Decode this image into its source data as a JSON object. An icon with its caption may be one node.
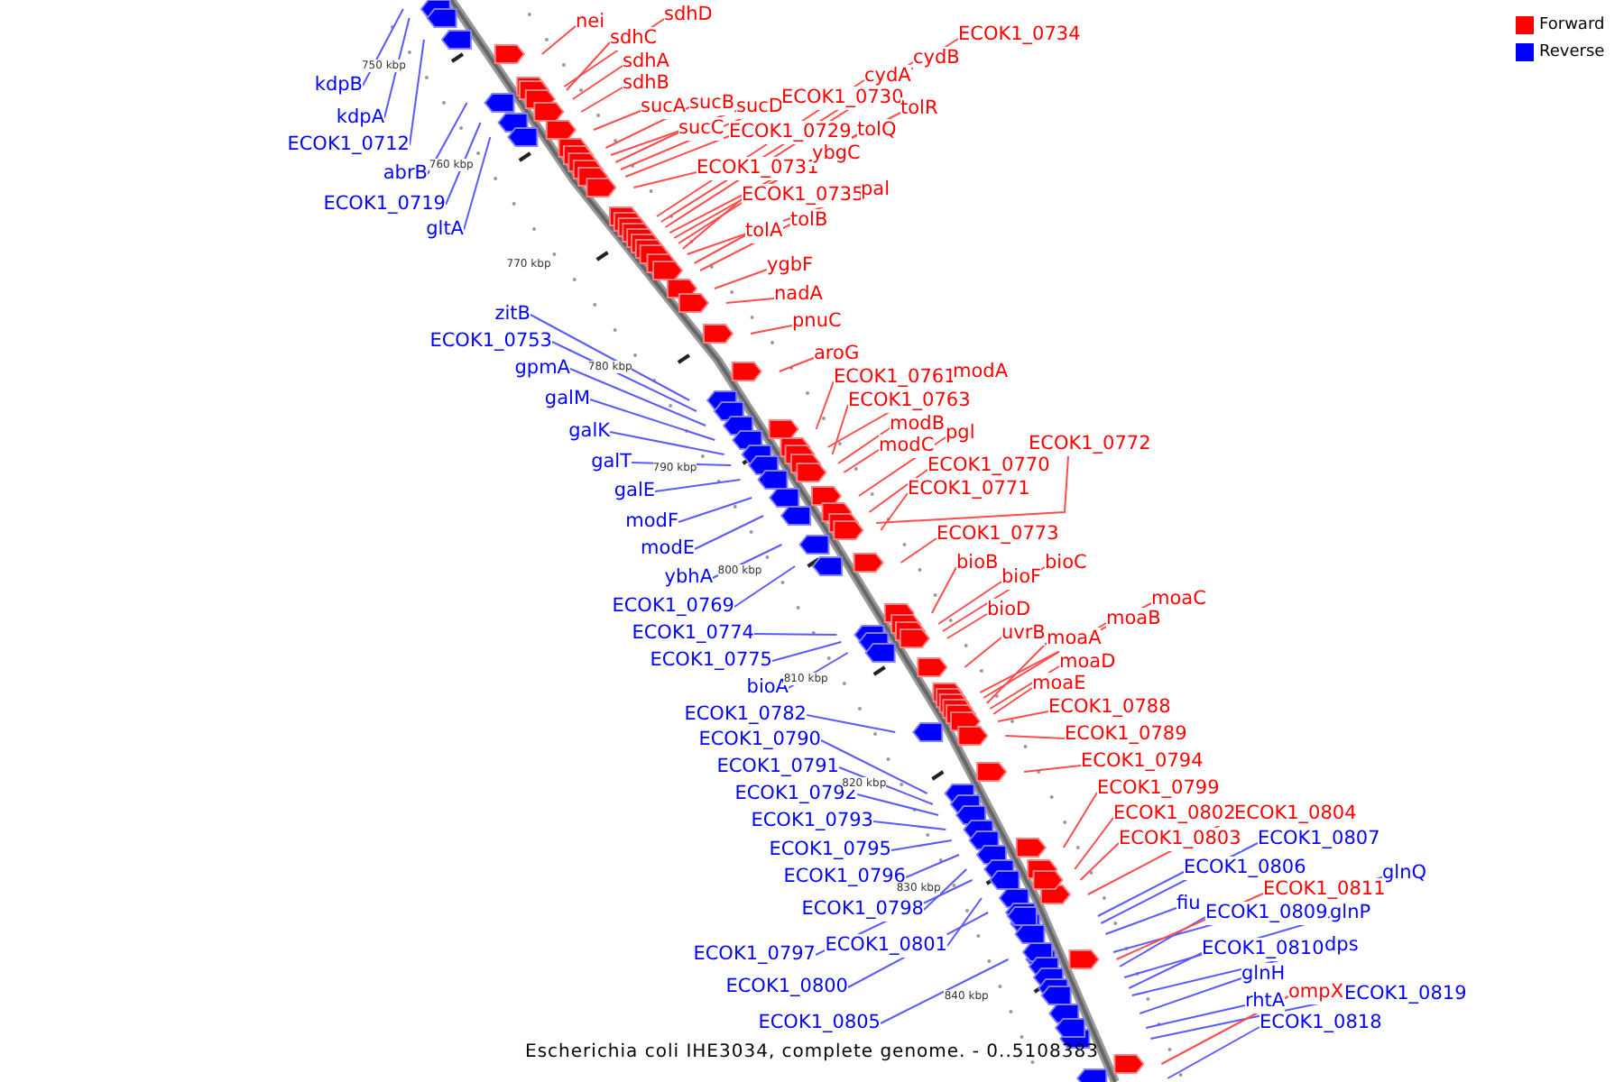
{
  "diagram": {
    "caption": "Escherichia coli IHE3034, complete genome. - 0..5108383",
    "nodes": [
      {
        "text": [
          "kdpB"
        ]
      },
      {
        "text": [
          "kdpA"
        ]
      },
      {
        "text": [
          "ECOK1_0712"
        ]
      },
      {
        "text": [
          "abrB"
        ]
      },
      {
        "text": [
          "ECOK1_0719"
        ]
      },
      {
        "text": [
          "gltA"
        ]
      },
      {
        "text": [
          "zitB"
        ]
      },
      {
        "text": [
          "ECOK1_0753"
        ]
      },
      {
        "text": [
          "gpmA"
        ]
      },
      {
        "text": [
          "galM"
        ]
      },
      {
        "text": [
          "galK"
        ]
      },
      {
        "text": [
          "galT"
        ]
      },
      {
        "text": [
          "galE"
        ]
      },
      {
        "text": [
          "modF"
        ]
      },
      {
        "text": [
          "modE"
        ]
      },
      {
        "text": [
          "ybhA"
        ]
      },
      {
        "text": [
          "ECOK1_0769"
        ]
      },
      {
        "text": [
          "ECOK1_0774"
        ]
      },
      {
        "text": [
          "ECOK1_0775"
        ]
      },
      {
        "text": [
          "bioA"
        ]
      },
      {
        "text": [
          "ECOK1_0782"
        ]
      },
      {
        "text": [
          "ECOK1_0790"
        ]
      },
      {
        "text": [
          "ECOK1_0791"
        ]
      },
      {
        "text": [
          "ECOK1_0792"
        ]
      },
      {
        "text": [
          "ECOK1_0793"
        ]
      },
      {
        "text": [
          "ECOK1_0795"
        ]
      },
      {
        "text": [
          "ECOK1_0796"
        ]
      },
      {
        "text": [
          "ECOK1_0798"
        ]
      },
      {
        "text": [
          "ECOK1_0797"
        ]
      },
      {
        "text": [
          "ECOK1_0801"
        ]
      },
      {
        "text": [
          "ECOK1_0800"
        ]
      },
      {
        "text": [
          "ECOK1_0805"
        ]
      },
      {
        "text": [
          "nei"
        ]
      },
      {
        "text": [
          "sdhD"
        ]
      },
      {
        "text": [
          "sdhC"
        ]
      },
      {
        "text": [
          "sdhA"
        ]
      },
      {
        "text": [
          "sdhB"
        ]
      },
      {
        "text": [
          "sucA"
        ]
      },
      {
        "text": [
          "sucB"
        ]
      },
      {
        "text": [
          "sucD"
        ]
      },
      {
        "text": [
          "sucC"
        ]
      },
      {
        "text": [
          "ECOK1_0730"
        ]
      },
      {
        "text": [
          "ECOK1_0729"
        ]
      },
      {
        "text": [
          "ECOK1_0731"
        ]
      },
      {
        "text": [
          "cydA"
        ]
      },
      {
        "text": [
          "cydB"
        ]
      },
      {
        "text": [
          "ECOK1_0734"
        ]
      },
      {
        "text": [
          "tolR"
        ]
      },
      {
        "text": [
          "tolQ"
        ]
      },
      {
        "text": [
          "ybgC"
        ]
      },
      {
        "text": [
          "ECOK1_0735"
        ]
      },
      {
        "text": [
          "pal"
        ]
      },
      {
        "text": [
          "tolA"
        ]
      },
      {
        "text": [
          "tolB"
        ]
      },
      {
        "text": [
          "ygbF"
        ]
      },
      {
        "text": [
          "nadA"
        ]
      },
      {
        "text": [
          "pnuC"
        ]
      },
      {
        "text": [
          "aroG"
        ]
      },
      {
        "text": [
          "ECOK1_0761"
        ]
      },
      {
        "text": [
          "modA"
        ]
      },
      {
        "text": [
          "ECOK1_0763"
        ]
      },
      {
        "text": [
          "modB"
        ]
      },
      {
        "text": [
          "modC"
        ]
      },
      {
        "text": [
          "pgl"
        ]
      },
      {
        "text": [
          "ECOK1_0770"
        ]
      },
      {
        "text": [
          "ECOK1_0772"
        ]
      },
      {
        "text": [
          "ECOK1_0771"
        ]
      },
      {
        "text": [
          "ECOK1_0773"
        ]
      },
      {
        "text": [
          "bioB"
        ]
      },
      {
        "text": [
          "bioF"
        ]
      },
      {
        "text": [
          "bioC"
        ]
      },
      {
        "text": [
          "bioD"
        ]
      },
      {
        "text": [
          "uvrB"
        ]
      },
      {
        "text": [
          "moaC"
        ]
      },
      {
        "text": [
          "moaB"
        ]
      },
      {
        "text": [
          "moaA"
        ]
      },
      {
        "text": [
          "moaD"
        ]
      },
      {
        "text": [
          "moaE"
        ]
      },
      {
        "text": [
          "ECOK1_0788"
        ]
      },
      {
        "text": [
          "ECOK1_0789"
        ]
      },
      {
        "text": [
          "ECOK1_0794"
        ]
      },
      {
        "text": [
          "ECOK1_0799"
        ]
      },
      {
        "text": [
          "ECOK1_0802"
        ]
      },
      {
        "text": [
          "ECOK1_0804"
        ]
      },
      {
        "text": [
          "ECOK1_0803"
        ]
      },
      {
        "text": [
          "ECOK1_0807"
        ]
      },
      {
        "text": [
          "ECOK1_0806"
        ]
      },
      {
        "text": [
          "glnQ"
        ]
      },
      {
        "text": [
          "fiu"
        ]
      },
      {
        "text": [
          "ECOK1_0809"
        ]
      },
      {
        "text": [
          "ECOK1_0811"
        ]
      },
      {
        "text": [
          "glnP"
        ]
      },
      {
        "text": [
          "ECOK1_0810"
        ]
      },
      {
        "text": [
          "dps"
        ]
      },
      {
        "text": [
          "glnH"
        ]
      },
      {
        "text": [
          "ECOK1_0819"
        ]
      },
      {
        "text": [
          "rhtA"
        ]
      },
      {
        "text": [
          "ompX"
        ]
      },
      {
        "text": [
          "ECOK1_0818"
        ]
      }
    ],
    "edges": [
      {
        "from": 0,
        "to": null,
        "arrow": "none",
        "color": "#5a5aff"
      },
      {
        "from": 1,
        "to": null,
        "arrow": "none",
        "color": "#5a5aff"
      },
      {
        "from": 2,
        "to": null,
        "arrow": "none",
        "color": "#5a5aff"
      },
      {
        "from": 3,
        "to": null,
        "arrow": "none",
        "color": "#5a5aff"
      },
      {
        "from": 4,
        "to": null,
        "arrow": "none",
        "color": "#5a5aff"
      },
      {
        "from": 5,
        "to": null,
        "arrow": "none",
        "color": "#5a5aff"
      },
      {
        "from": 6,
        "to": null,
        "arrow": "none",
        "color": "#5a5aff"
      },
      {
        "from": 7,
        "to": null,
        "arrow": "none",
        "color": "#5a5aff"
      },
      {
        "from": 8,
        "to": null,
        "arrow": "none",
        "color": "#5a5aff"
      },
      {
        "from": 9,
        "to": null,
        "arrow": "none",
        "color": "#5a5aff"
      },
      {
        "from": 10,
        "to": null,
        "arrow": "none",
        "color": "#5a5aff"
      },
      {
        "from": 11,
        "to": null,
        "arrow": "none",
        "color": "#5a5aff"
      },
      {
        "from": 12,
        "to": null,
        "arrow": "none",
        "color": "#5a5aff"
      },
      {
        "from": 13,
        "to": null,
        "arrow": "none",
        "color": "#5a5aff"
      },
      {
        "from": 14,
        "to": null,
        "arrow": "none",
        "color": "#5a5aff"
      },
      {
        "from": 15,
        "to": null,
        "arrow": "none",
        "color": "#5a5aff"
      },
      {
        "from": 16,
        "to": null,
        "arrow": "none",
        "color": "#5a5aff"
      },
      {
        "from": 17,
        "to": null,
        "arrow": "none",
        "color": "#5a5aff"
      },
      {
        "from": 18,
        "to": null,
        "arrow": "none",
        "color": "#5a5aff"
      },
      {
        "from": 19,
        "to": null,
        "arrow": "none",
        "color": "#5a5aff"
      },
      {
        "from": 20,
        "to": null,
        "arrow": "none",
        "color": "#5a5aff"
      },
      {
        "from": 21,
        "to": null,
        "arrow": "none",
        "color": "#5a5aff"
      },
      {
        "from": 22,
        "to": null,
        "arrow": "none",
        "color": "#5a5aff"
      },
      {
        "from": 23,
        "to": null,
        "arrow": "none",
        "color": "#5a5aff"
      },
      {
        "from": 24,
        "to": null,
        "arrow": "none",
        "color": "#5a5aff"
      },
      {
        "from": 25,
        "to": null,
        "arrow": "none",
        "color": "#5a5aff"
      },
      {
        "from": 26,
        "to": null,
        "arrow": "none",
        "color": "#5a5aff"
      },
      {
        "from": 27,
        "to": null,
        "arrow": "none",
        "color": "#5a5aff"
      },
      {
        "from": 28,
        "to": null,
        "arrow": "none",
        "color": "#5a5aff"
      },
      {
        "from": 29,
        "to": null,
        "arrow": "none",
        "color": "#5a5aff"
      },
      {
        "from": 30,
        "to": null,
        "arrow": "none",
        "color": "#5a5aff"
      },
      {
        "from": 31,
        "to": null,
        "arrow": "none",
        "color": "#5a5aff"
      },
      {
        "from": 32,
        "to": null,
        "arrow": "none"
      },
      {
        "from": 33,
        "to": null,
        "arrow": "none"
      },
      {
        "from": 34,
        "to": null,
        "arrow": "none"
      },
      {
        "from": 35,
        "to": null,
        "arrow": "none"
      },
      {
        "from": 36,
        "to": null,
        "arrow": "none"
      },
      {
        "from": 37,
        "to": null,
        "arrow": "none"
      },
      {
        "from": 38,
        "to": null,
        "arrow": "none"
      },
      {
        "from": 39,
        "to": null,
        "arrow": "none"
      },
      {
        "from": 40,
        "to": null,
        "arrow": "none"
      },
      {
        "from": 41,
        "to": null,
        "arrow": "none"
      },
      {
        "from": 42,
        "to": null,
        "arrow": "none"
      },
      {
        "from": 43,
        "to": null,
        "arrow": "none"
      },
      {
        "from": 44,
        "to": null,
        "arrow": "none"
      },
      {
        "from": 45,
        "to": null,
        "arrow": "none"
      },
      {
        "from": 46,
        "to": null,
        "arrow": "none"
      },
      {
        "from": 47,
        "to": null,
        "arrow": "none"
      },
      {
        "from": 48,
        "to": null,
        "arrow": "none"
      },
      {
        "from": 49,
        "to": null,
        "arrow": "none"
      },
      {
        "from": 50,
        "to": null,
        "arrow": "none"
      },
      {
        "from": 51,
        "to": null,
        "arrow": "none"
      },
      {
        "from": 52,
        "to": null,
        "arrow": "none"
      },
      {
        "from": 53,
        "to": null,
        "arrow": "none"
      },
      {
        "from": 54,
        "to": null,
        "arrow": "none"
      },
      {
        "from": 55,
        "to": null,
        "arrow": "none"
      },
      {
        "from": 56,
        "to": null,
        "arrow": "none"
      },
      {
        "from": 57,
        "to": null,
        "arrow": "none"
      },
      {
        "from": 58,
        "to": null,
        "arrow": "none"
      },
      {
        "from": 59,
        "to": null,
        "arrow": "none"
      },
      {
        "from": 60,
        "to": null,
        "arrow": "none"
      },
      {
        "from": 61,
        "to": null,
        "arrow": "none"
      },
      {
        "from": 62,
        "to": null,
        "arrow": "none"
      },
      {
        "from": 63,
        "to": null,
        "arrow": "none"
      },
      {
        "from": 64,
        "to": null,
        "arrow": "none"
      },
      {
        "from": 65,
        "to": null,
        "arrow": "none"
      },
      {
        "from": 66,
        "to": null,
        "arrow": "none"
      },
      {
        "from": 67,
        "to": null,
        "arrow": "none"
      },
      {
        "from": 68,
        "to": null,
        "arrow": "none"
      },
      {
        "from": 69,
        "to": null,
        "arrow": "none"
      },
      {
        "from": 70,
        "to": null,
        "arrow": "none"
      },
      {
        "from": 71,
        "to": null,
        "arrow": "none"
      },
      {
        "from": 72,
        "to": null,
        "arrow": "none"
      },
      {
        "from": 73,
        "to": null,
        "arrow": "none"
      },
      {
        "from": 74,
        "to": null,
        "arrow": "none"
      },
      {
        "from": 75,
        "to": null,
        "arrow": "none"
      },
      {
        "from": 76,
        "to": null,
        "arrow": "none"
      },
      {
        "from": 77,
        "to": null,
        "arrow": "none"
      },
      {
        "from": 78,
        "to": null,
        "arrow": "none"
      },
      {
        "from": 79,
        "to": null,
        "arrow": "none"
      },
      {
        "from": 80,
        "to": null,
        "arrow": "none"
      },
      {
        "from": 81,
        "to": null,
        "arrow": "none"
      },
      {
        "from": 82,
        "to": null,
        "arrow": "none"
      },
      {
        "from": 83,
        "to": null,
        "arrow": "none"
      },
      {
        "from": 84,
        "to": null,
        "arrow": "none"
      },
      {
        "from": 85,
        "to": null,
        "arrow": "none",
        "color": "#5a5aff"
      },
      {
        "from": 86,
        "to": null,
        "arrow": "none",
        "color": "#5a5aff"
      },
      {
        "from": 87,
        "to": null,
        "arrow": "none",
        "color": "#5a5aff"
      },
      {
        "from": 88,
        "to": null,
        "arrow": "none",
        "color": "#5a5aff"
      },
      {
        "from": 89,
        "to": null,
        "arrow": "none",
        "color": "#5a5aff"
      },
      {
        "from": 90,
        "to": null,
        "arrow": "none"
      },
      {
        "from": 91,
        "to": null,
        "arrow": "none",
        "color": "#5a5aff"
      },
      {
        "from": 92,
        "to": null,
        "arrow": "none",
        "color": "#5a5aff"
      },
      {
        "from": 93,
        "to": null,
        "arrow": "none",
        "color": "#5a5aff"
      },
      {
        "from": 94,
        "to": null,
        "arrow": "none",
        "color": "#5a5aff"
      },
      {
        "from": 95,
        "to": null,
        "arrow": "none",
        "color": "#5a5aff"
      },
      {
        "from": 96,
        "to": null,
        "arrow": "none",
        "color": "#5a5aff"
      },
      {
        "from": 97,
        "to": null,
        "arrow": "none"
      },
      {
        "from": 98,
        "to": null,
        "arrow": "none",
        "color": "#5a5aff"
      }
    ],
    "labels": [
      "750 kbp",
      "760 kbp",
      "770 kbp",
      "780 kbp",
      "790 kbp",
      "800 kbp",
      "810 kbp",
      "820 kbp",
      "830 kbp",
      "840 kbp"
    ],
    "legend": [
      {
        "text": "Forward",
        "color": "#ff0000"
      },
      {
        "text": "Reverse",
        "color": "#0000ff"
      }
    ]
  }
}
